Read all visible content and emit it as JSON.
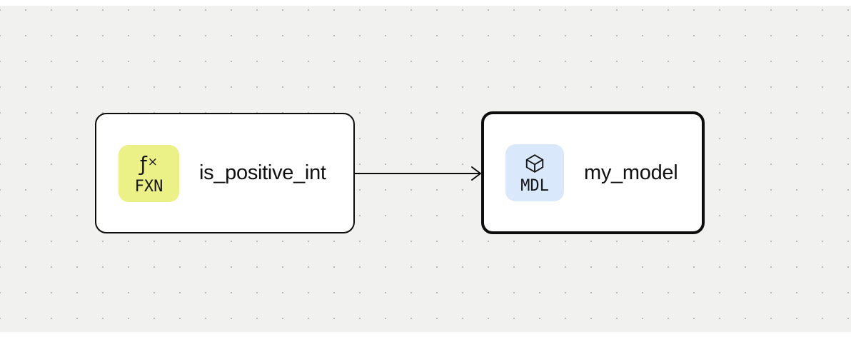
{
  "canvas": {
    "background_color": "#f1f1f0",
    "dot_color": "#b1afac",
    "edge_color": "#0d0d0d"
  },
  "diagram": {
    "nodes": [
      {
        "label": "is_positive_int",
        "type_tag": "FXN",
        "icon": "function-icon",
        "glyph_f": "ƒ",
        "glyph_x": "×",
        "badge_color": "#ebf087",
        "selected": false
      },
      {
        "label": "my_model",
        "type_tag": "MDL",
        "icon": "cube-icon",
        "badge_color": "#d9e8fb",
        "selected": true
      }
    ],
    "edges": [
      {
        "from": "is_positive_int",
        "to": "my_model"
      }
    ]
  }
}
